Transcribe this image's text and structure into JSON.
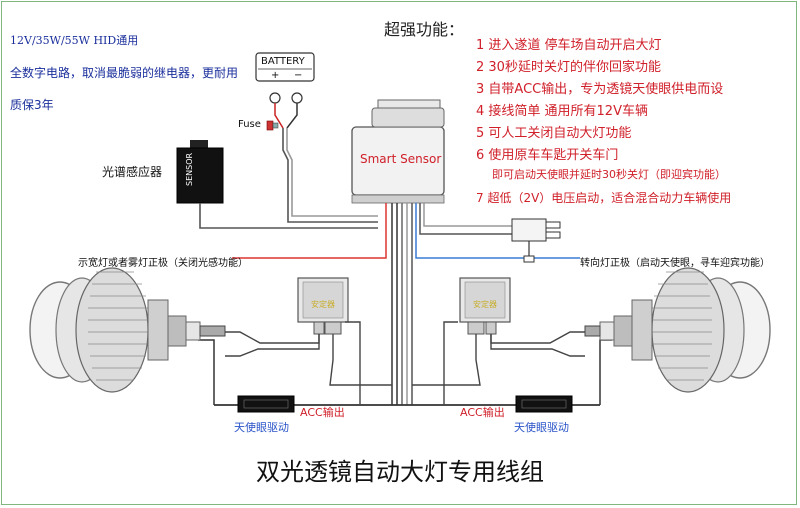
{
  "top_left": {
    "spec": "12V/35W/55W HID通用",
    "digital": "全数字电路，取消最脆弱的继电器，更耐用",
    "warranty": "质保3年"
  },
  "features": {
    "heading": "超强功能：",
    "items": [
      "1  进入遂道  停车场自动开启大灯",
      "2  30秒延时关灯的伴你回家功能",
      "3  自带ACC输出，专为透镜天使眼供电而设",
      "4  接线简单  通用所有12V车辆",
      "5  可人工关闭自动大灯功能",
      "6  使用原车车匙开关车门"
    ],
    "item6_sub": "即可启动天使眼并延时30秒关灯（即迎宾功能）",
    "item7": "7 超低（2V）电压启动，适合混合动力车辆使用"
  },
  "components": {
    "battery": "BATTERY",
    "battery_plus": "+",
    "battery_minus": "−",
    "fuse": "Fuse",
    "sensor_label": "光谱感应器",
    "sensor_text": "SENSOR",
    "smart_sensor": "Smart Sensor",
    "ballast_left": "安定器",
    "ballast_right": "安定器"
  },
  "wires": {
    "position_lamp": "示宽灯或者雾灯正极（关闭光感功能）",
    "turn_signal": "转向灯正极（启动天使眼，寻车迎宾功能）",
    "acc_left": "ACC输出",
    "acc_right": "ACC输出",
    "angel_left": "天使眼驱动",
    "angel_right": "天使眼驱动"
  },
  "title": "双光透镜自动大灯专用线组"
}
